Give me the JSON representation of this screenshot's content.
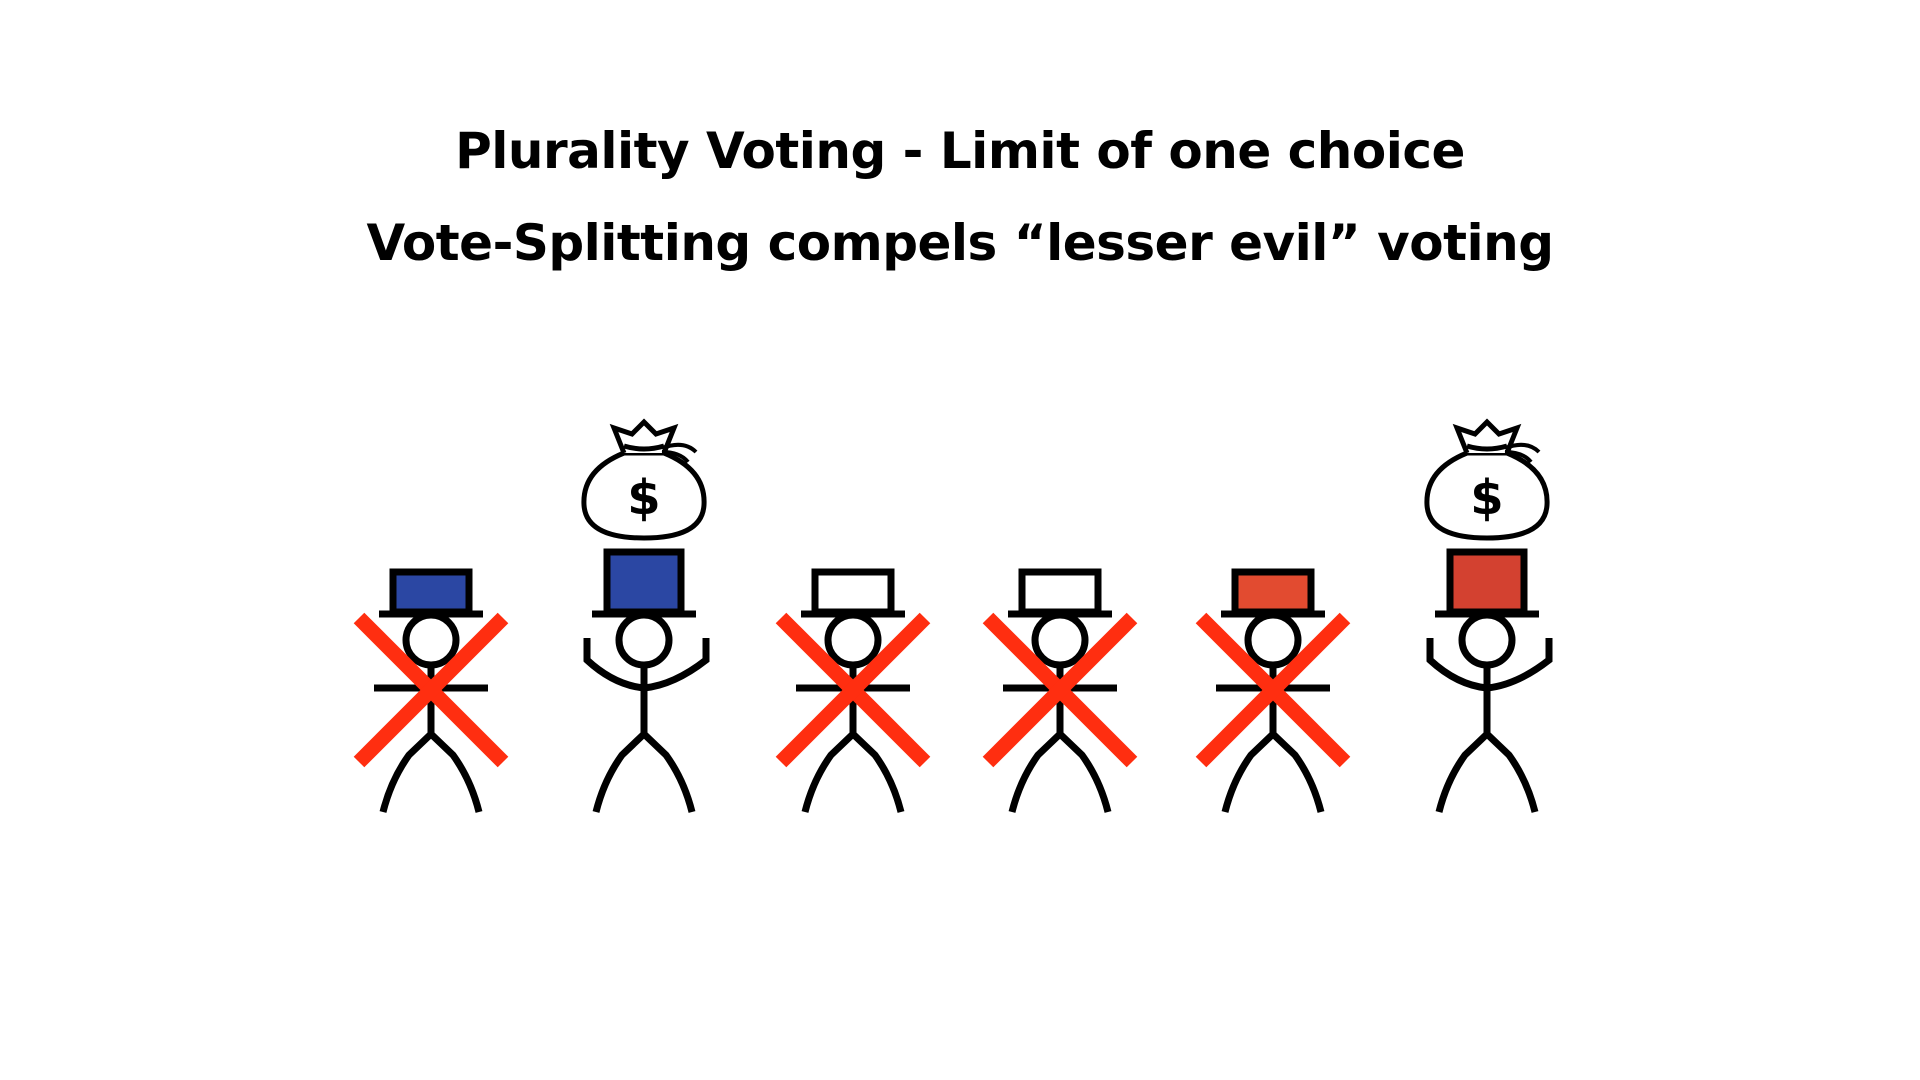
{
  "title_line_1": "Plurality Voting - Limit of one choice",
  "title_line_2": "Vote-Splitting compels “lesser evil” voting",
  "colors": {
    "blue_hat": "#2b47a3",
    "red_hat": "#e24b30",
    "red_hat_dark": "#d34130",
    "white_hat": "#ffffff",
    "cross": "#ff2e10",
    "stroke": "#000000"
  },
  "money_bag_symbol": "$",
  "figures": [
    {
      "name": "blue-candidate",
      "hat_color": "blue",
      "crossed": true,
      "arms_raised": false,
      "money_bag": false
    },
    {
      "name": "blue-funded-candidate",
      "hat_color": "blue",
      "crossed": false,
      "arms_raised": true,
      "money_bag": true
    },
    {
      "name": "independent-candidate-1",
      "hat_color": "white",
      "crossed": true,
      "arms_raised": false,
      "money_bag": false
    },
    {
      "name": "independent-candidate-2",
      "hat_color": "white",
      "crossed": true,
      "arms_raised": false,
      "money_bag": false
    },
    {
      "name": "red-candidate",
      "hat_color": "red",
      "crossed": true,
      "arms_raised": false,
      "money_bag": false
    },
    {
      "name": "red-funded-candidate",
      "hat_color": "red",
      "crossed": false,
      "arms_raised": true,
      "money_bag": true
    }
  ]
}
